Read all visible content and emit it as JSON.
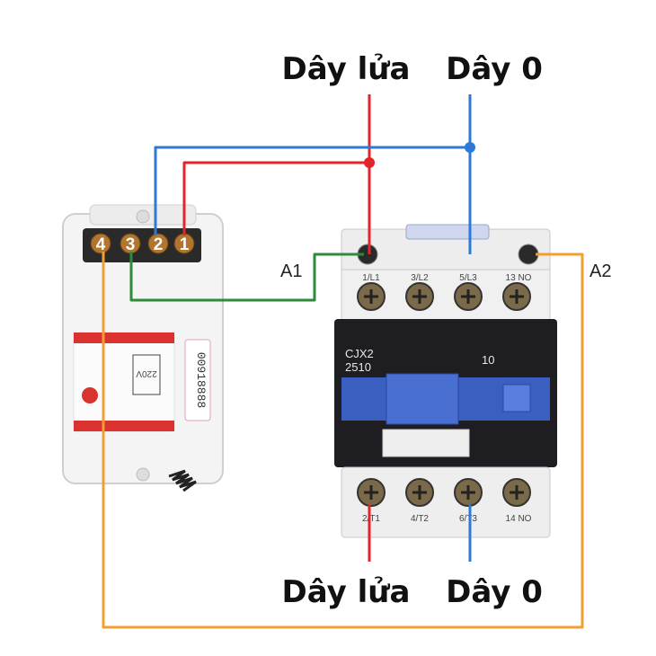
{
  "labels": {
    "top_live": "Dây lửa",
    "top_neutral": "Dây 0",
    "bottom_live": "Dây lửa",
    "bottom_neutral": "Dây 0",
    "coil_a1": "A1",
    "coil_a2": "A2"
  },
  "receiver": {
    "terminals": [
      "4",
      "3",
      "2",
      "1"
    ],
    "rating": "220V",
    "code": "00918888"
  },
  "contactor": {
    "model_line1": "CJX2",
    "model_line2": "2510",
    "aux_code": "10",
    "top_terminals": [
      "1/L1",
      "3/L2",
      "5/L3",
      "13 NO"
    ],
    "bottom_terminals": [
      "2/T1",
      "4/T2",
      "6/T3",
      "14 NO"
    ]
  },
  "colors": {
    "live": "#e0262b",
    "neutral": "#2b7ad9",
    "green": "#2e8b3a",
    "orange": "#f0a030",
    "contactor_body": "#1e1e22",
    "contactor_blue": "#3b5fc0"
  }
}
